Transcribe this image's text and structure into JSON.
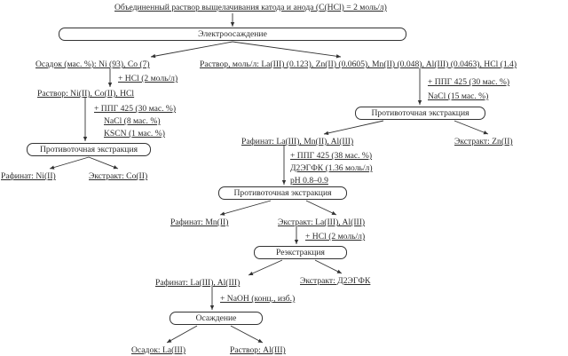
{
  "title": "Объединенный раствор выщелачивания катода и анода  (C(HCl) = 2 моль/л)",
  "processes": {
    "electrodeposition": "Электроосаждение",
    "countercurrent_1": "Противоточная экстракция",
    "countercurrent_2": "Противоточная экстракция",
    "countercurrent_3": "Противоточная экстракция",
    "reextraction": "Реэкстракция",
    "precipitation": "Осаждение"
  },
  "left_branch": {
    "precipitate": "Осадок (мас. %): Ni (93), Co (7)",
    "reagent_hcl": "+ HCl (2 моль/л)",
    "solution": "Раствор: Ni(II), Co(II), HCl",
    "reagents": [
      "+ ППГ 425 (30 мас. %)",
      "NaCl (8 мас. %)",
      "KSCN (1 мас. %)"
    ],
    "raffinate": "Рафинат: Ni(II)",
    "extract": "Экстракт: Co(II)"
  },
  "right_branch": {
    "solution": "Раствор, моль/л: La(III) (0.123), Zn(II) (0.0605), Mn(II) (0.048), Al(III) (0.0463), HCl (1.4)",
    "reagents": [
      "+ ППГ 425 (30 мас. %)",
      "NaCl (15 мас. %)"
    ],
    "raffinate": "Рафинат: La(III), Mn(II), Al(III)",
    "extract": "Экстракт: Zn(II)",
    "reagents_2": [
      "+ ППГ 425 (38 мас. %)",
      "Д2ЭГФК (1.36 моль/л)",
      "pH 0.8–0.9"
    ],
    "raffinate_2": "Рафинат: Mn(II)",
    "extract_2": "Экстракт: La(III), Al(III)",
    "reagent_hcl": "+ HCl (2 моль/л)",
    "raffinate_3": "Рафинат: La(III), Al(III)",
    "extract_3": "Экстракт: Д2ЭГФК",
    "reagent_naoh": "+ NaOH (конц., изб.)",
    "precipitate_final": "Осадок: La(III)",
    "solution_final": "Раствор: Al(III)"
  }
}
